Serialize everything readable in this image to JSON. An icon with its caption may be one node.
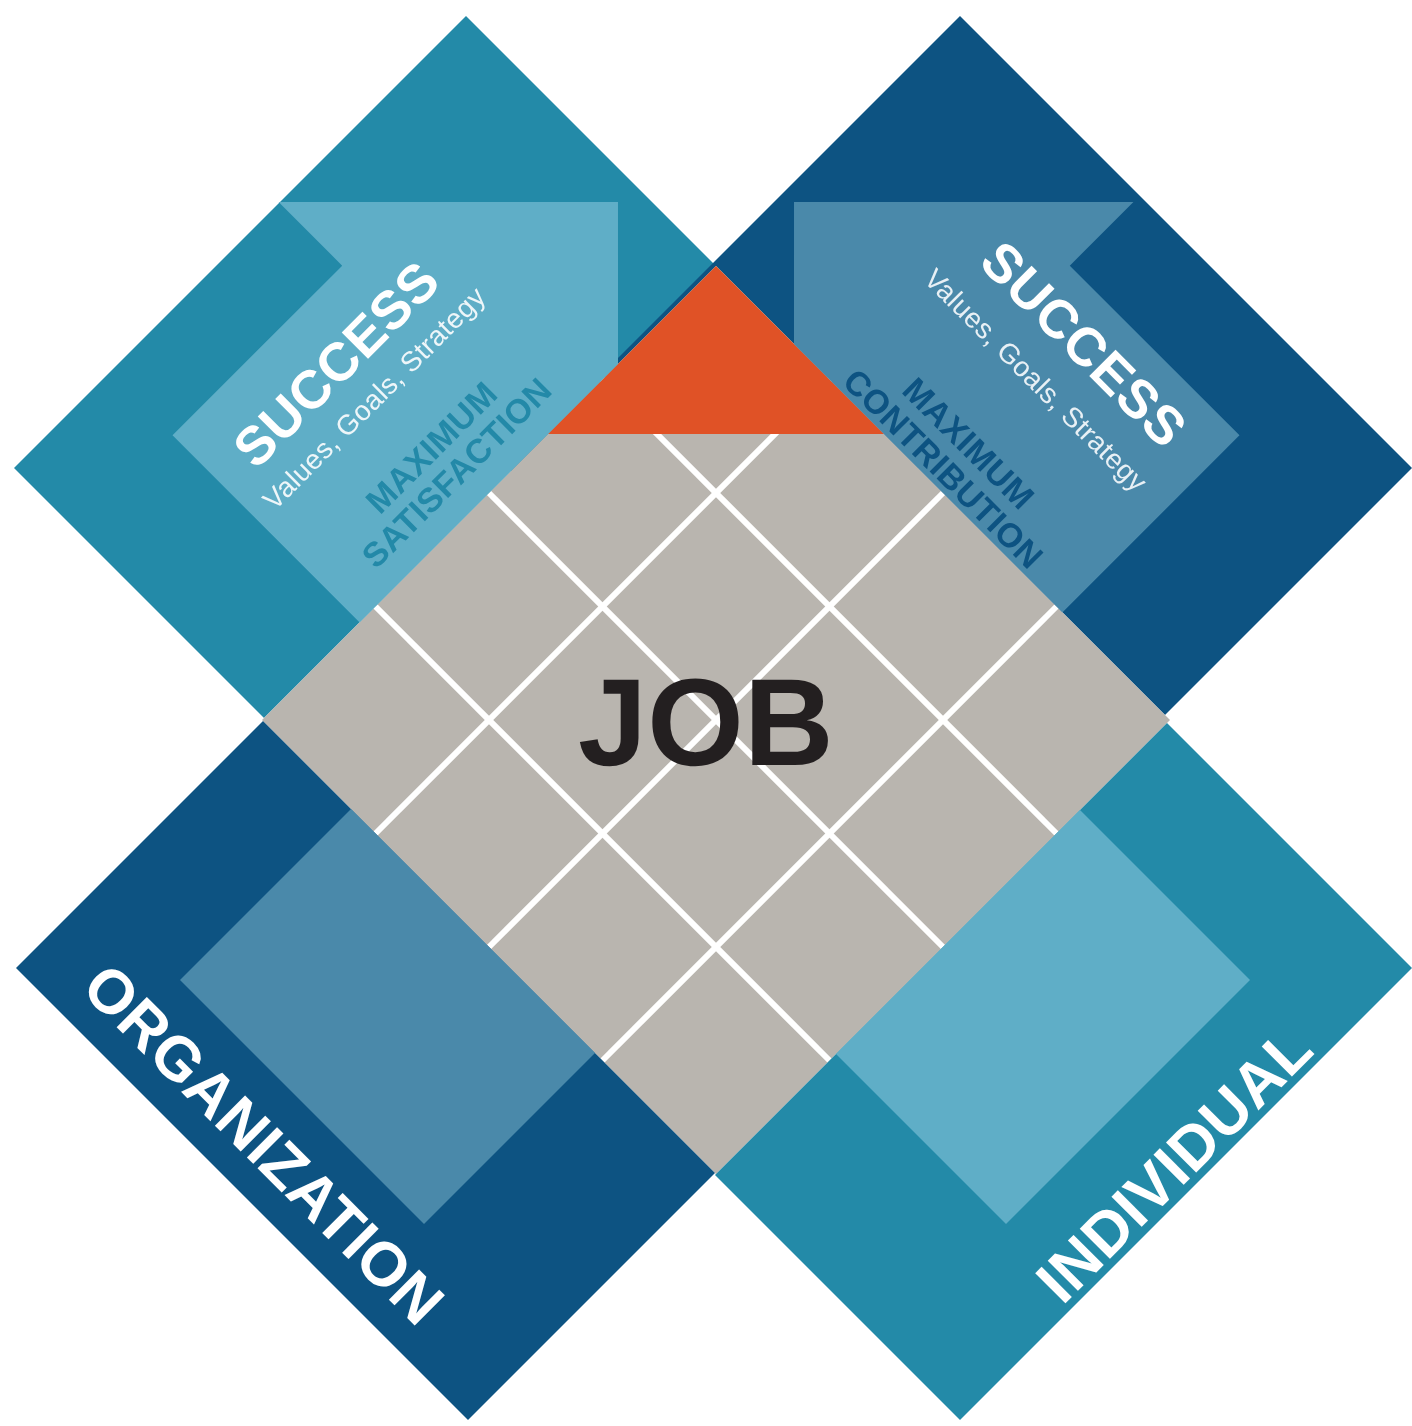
{
  "diagram": {
    "nodes": [
      {
        "text": [
          "SUCCESS",
          "Values, Goals, Strategy",
          "MAXIMUM SATISFACTION"
        ]
      },
      {
        "text": [
          "SUCCESS",
          "Values, Goals, Strategy",
          "MAXIMUM CONTRIBUTION"
        ]
      },
      {
        "text": [
          "JOB"
        ]
      },
      {
        "text": [
          "ORGANIZATION"
        ]
      },
      {
        "text": [
          "INDIVIDUAL"
        ]
      }
    ]
  }
}
